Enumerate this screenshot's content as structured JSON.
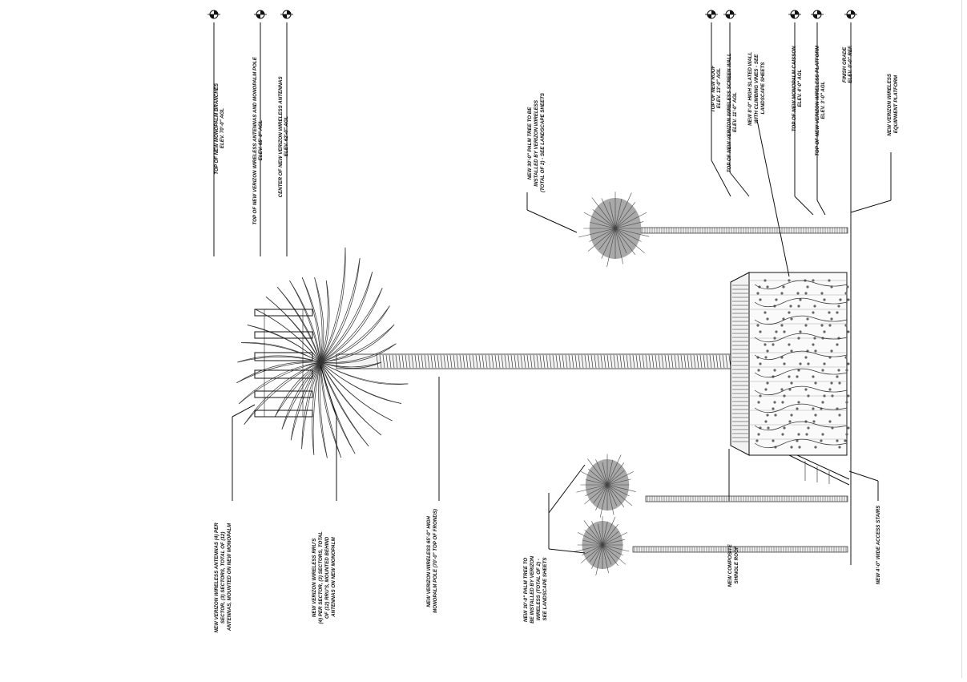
{
  "drawing": {
    "elevations": {
      "branches": {
        "title": "TOP OF NEW MONOPALM BRANCHES",
        "value": "ELEV. 70'-0\" AGL"
      },
      "antennas_top": {
        "title": "TOP OF NEW VERIZON WIRELESS ANTENNAS AND MONOPALM POLE",
        "value": "ELEV. 65'-0\" AGL"
      },
      "antennas_center": {
        "title": "CENTER OF NEW VERIZON WIRELESS ANTENNAS",
        "value": "ELEV. 62'-0\" AGL"
      },
      "roof": {
        "title": "TOP OF NEW ROOF",
        "value": "ELEV. 13'-0\" AGL"
      },
      "screen_wall": {
        "title": "TOP OF NEW VERIZON WIRELESS SCREEN WALL",
        "value": "ELEV. 11'-0\" AGL"
      },
      "caisson": {
        "title": "TOP OF NEW MONOPALM CAISSON",
        "value": "ELEV. 4'-0\" AGL"
      },
      "platform": {
        "title": "TOP OF NEW VERIZON WIRELESS PLATFORM",
        "value": "ELEV. 3'-0\" AGL"
      },
      "grade": {
        "title": "FINISH GRADE",
        "value": "ELEV. 0'-0\" REF."
      }
    },
    "callouts": {
      "antennas": [
        "NEW VERIZON WIRELESS ANTENNAS (4) PER",
        "SECTOR, (3) SECTORS, TOTAL OF (12)",
        "ANTENNAS, MOUNTED ON NEW MONOPALM"
      ],
      "rrus": [
        "NEW VERIZON WIRELESS RRU'S",
        "(4) PER SECTOR, (3) SECTORS, TOTAL",
        "OF (12) RRU'S, MOUNTED BEHIND",
        "ANTENNAS ON NEW MONOPALM"
      ],
      "pole": [
        "NEW VERIZON WIRELESS 65'-0\" HIGH",
        "MONOPALM POLE (70'-0\" TOP OF FRONDS)"
      ],
      "palm_tree_left": [
        "NEW 30'-0\" PALM TREE TO",
        "BE INSTALLED BY VERIZON",
        "WIRELESS (TOTAL OF 2) -",
        "SEE LANDSCAPE SHEETS"
      ],
      "roof": [
        "NEW COMPOSITE",
        "SHINGLE ROOF"
      ],
      "stairs": [
        "NEW 4'-0\" WIDE ACCESS STAIRS"
      ],
      "palm_tree_right": [
        "NEW 30'-0\" PALM TREE TO BE",
        "INSTALLED BY VERIZON WIRELESS",
        "(TOTAL OF 2) - SEE LANDSCAPE SHEETS"
      ],
      "wall": [
        "NEW 8'-0\" HIGH SLATED WALL",
        "WITH CLIMBING VINES - SEE",
        "LANDSCAPE SHEETS"
      ],
      "platform": [
        "NEW VERIZON WIRELESS",
        "EQUIPMENT PLATFORM"
      ]
    }
  }
}
